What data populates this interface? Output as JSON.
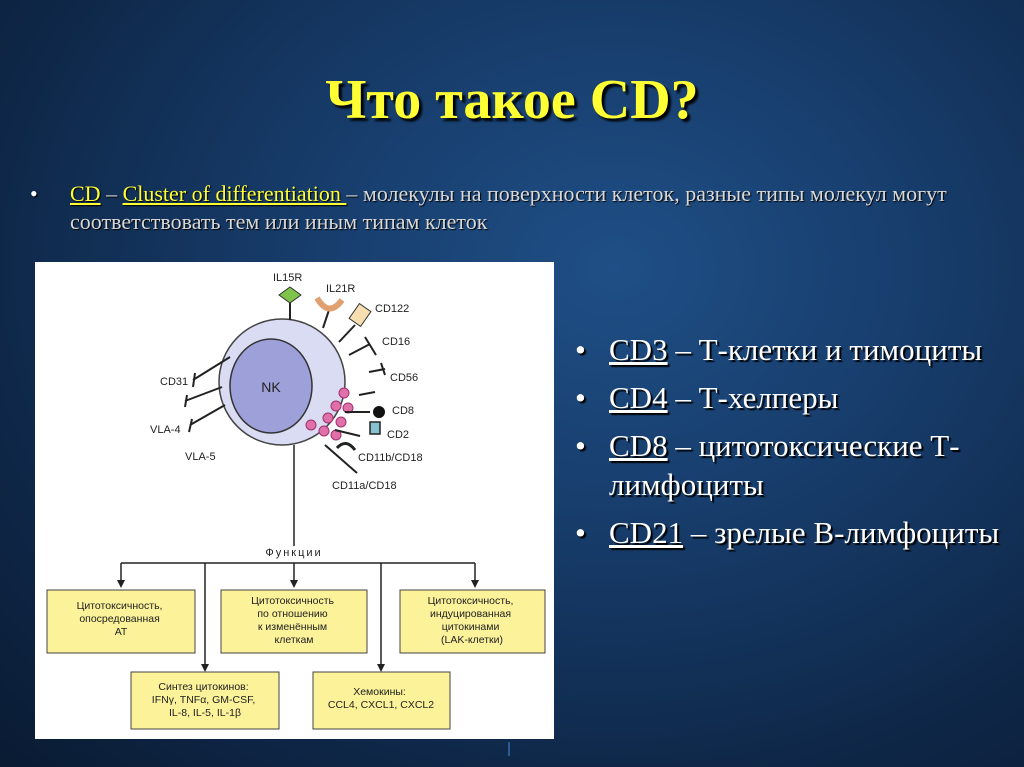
{
  "slide": {
    "title": "Что такое CD?",
    "intro": {
      "cd": "CD",
      "dash1": " – ",
      "cluster": "Cluster of differentiation ",
      "rest": "– молекулы на поверхности клеток, разные типы молекул могут соответствовать тем или иным типам клеток"
    },
    "bullets": [
      {
        "cd": "CD3",
        "text": " – Т-клетки и тимоциты"
      },
      {
        "cd": "CD4",
        "text": " – Т-хелперы"
      },
      {
        "cd": "CD8",
        "text": " – цитотоксические Т-лимфоциты"
      },
      {
        "cd": "CD21",
        "text": " – зрелые В-лимфоциты"
      }
    ],
    "bullet_glyph": "•"
  },
  "diagram": {
    "cell_label": "NK",
    "functions_label": "Функции",
    "receptors": {
      "il15r": "IL15R",
      "il21r": "IL21R",
      "cd122": "CD122",
      "cd16": "CD16",
      "cd56": "CD56",
      "cd8": "CD8",
      "cd2": "CD2",
      "cd11b": "CD11b/CD18",
      "cd11a": "CD11a/CD18",
      "cd31": "CD31",
      "vla4": "VLA-4",
      "vla5": "VLA-5"
    },
    "boxes": {
      "b1": [
        "Цитотоксичность,",
        "опосредованная",
        "АТ"
      ],
      "b2": [
        "Цитотоксичность",
        "по отношению",
        "к изменённым",
        "клеткам"
      ],
      "b3": [
        "Цитотоксичность,",
        "индуцированная",
        "цитокинами",
        "(LAK-клетки)"
      ],
      "b4": [
        "Синтез цитокинов:",
        "IFNγ, TNFα, GM-CSF,",
        "IL-8, IL-5, IL-1β"
      ],
      "b5": [
        "Хемокины:",
        "CCL4, CXCL1, CXCL2"
      ]
    },
    "colors": {
      "box_fill": "#fbf29a",
      "cell_outer": "#d9dcf2",
      "nucleus": "#9ea1d9",
      "granule": "#e070a8",
      "il15r": "#7fc44a",
      "il21r": "#e0a070",
      "cd122": "#f7deb0",
      "cd2": "#86c2d0"
    }
  }
}
